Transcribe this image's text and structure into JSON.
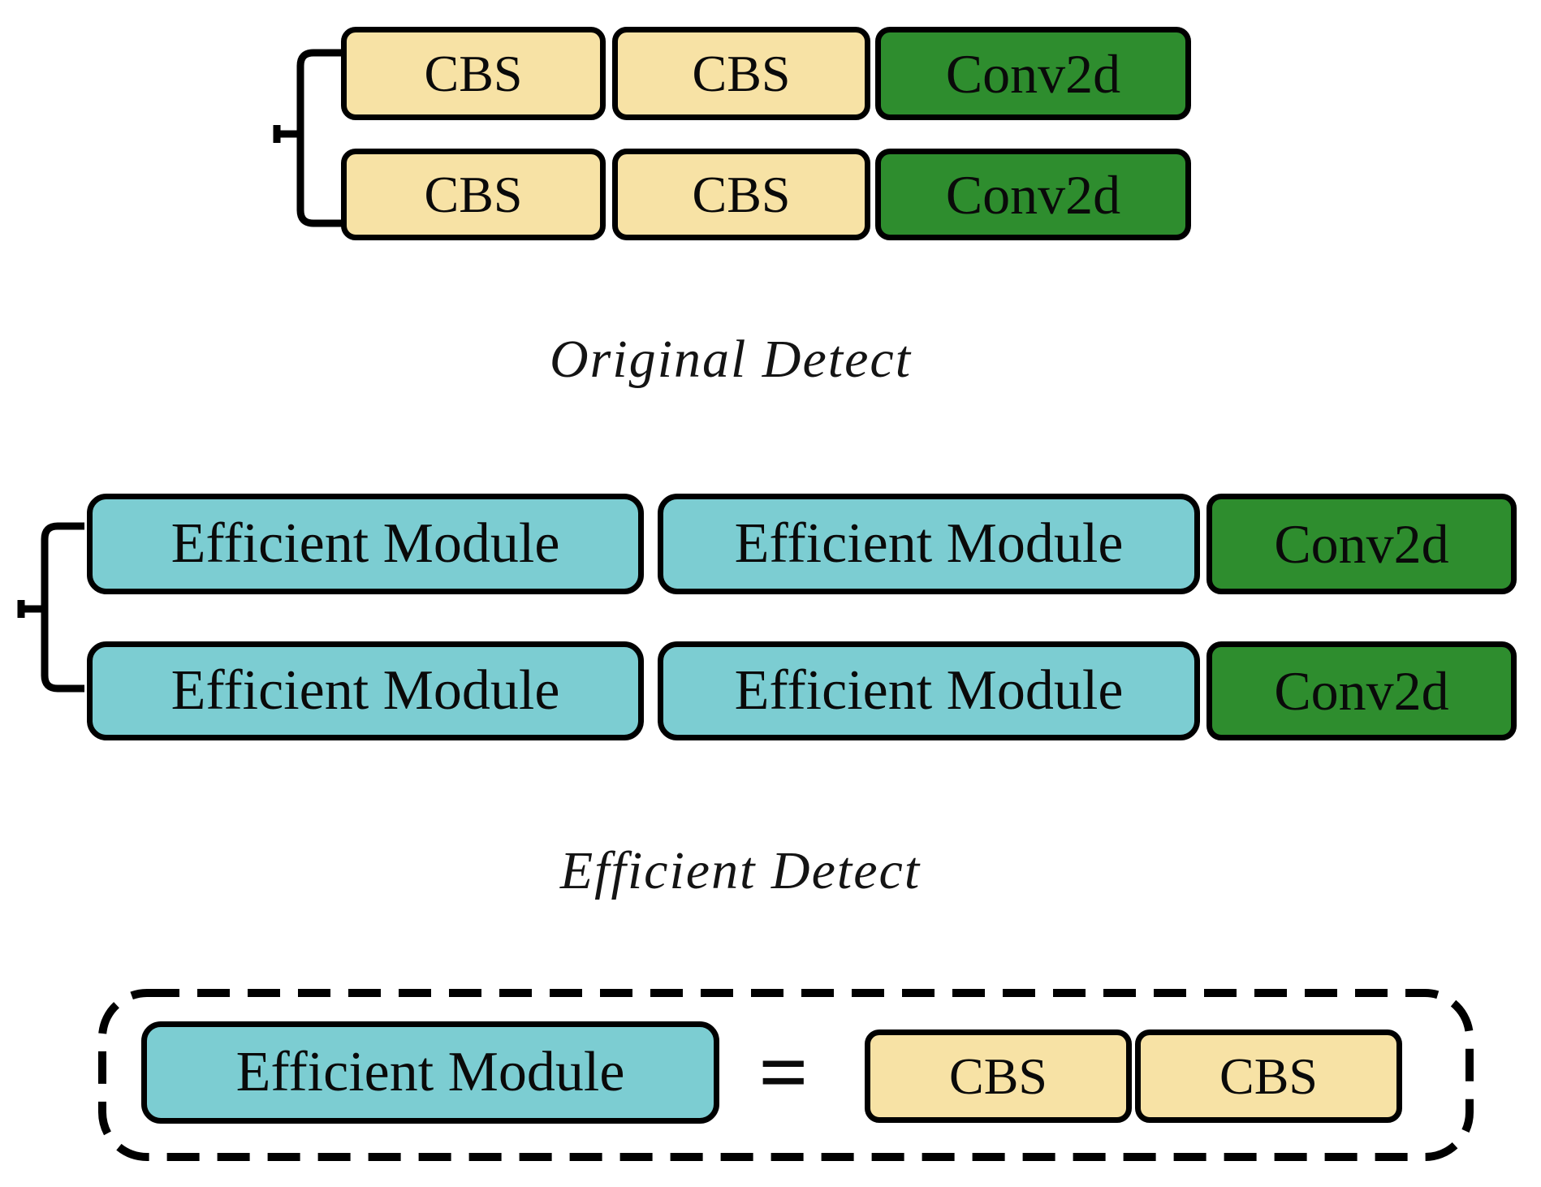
{
  "figure": {
    "original_detect": {
      "caption": "Original Detect",
      "rows": [
        {
          "blocks": [
            {
              "label": "CBS"
            },
            {
              "label": "CBS"
            },
            {
              "label": "Conv2d"
            }
          ]
        },
        {
          "blocks": [
            {
              "label": "CBS"
            },
            {
              "label": "CBS"
            },
            {
              "label": "Conv2d"
            }
          ]
        }
      ]
    },
    "efficient_detect": {
      "caption": "Efficient Detect",
      "rows": [
        {
          "blocks": [
            {
              "label": "Efficient Module"
            },
            {
              "label": "Efficient Module"
            },
            {
              "label": "Conv2d"
            }
          ]
        },
        {
          "blocks": [
            {
              "label": "Efficient Module"
            },
            {
              "label": "Efficient Module"
            },
            {
              "label": "Conv2d"
            }
          ]
        }
      ]
    },
    "legend": {
      "module_label": "Efficient Module",
      "equals_sign": "=",
      "cbs_blocks": [
        {
          "label": "CBS"
        },
        {
          "label": "CBS"
        }
      ]
    },
    "colors": {
      "cbs_fill": "#f7e2a5",
      "conv_fill": "#2e8d2e",
      "module_fill": "#7ccdd2",
      "outline": "#000000",
      "background": "#ffffff"
    }
  }
}
